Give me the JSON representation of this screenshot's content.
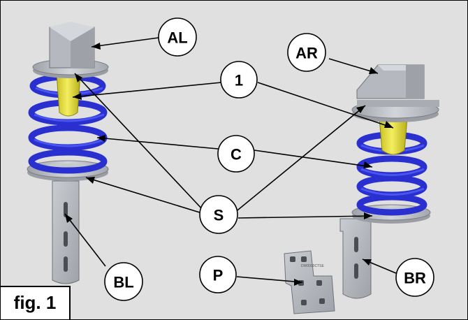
{
  "figure": {
    "caption": "fig. 1",
    "labels": {
      "al": "AL",
      "ar": "AR",
      "one": "1",
      "c": "C",
      "s": "S",
      "bl": "BL",
      "p": "P",
      "br": "BR"
    },
    "plate_text": "DW0000CTSE"
  },
  "colors": {
    "background": "#e0e0e0",
    "spring": "#2a2fd0",
    "bump_stop": "#e8e030",
    "metal": "#b8bcc2"
  }
}
